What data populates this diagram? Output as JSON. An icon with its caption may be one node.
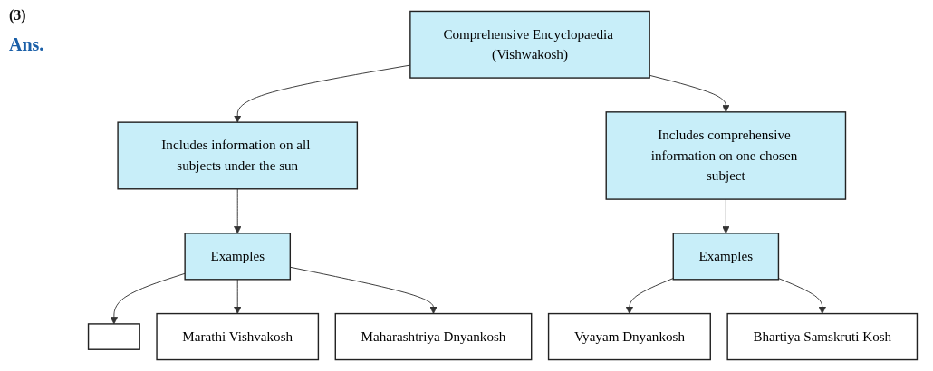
{
  "diagram": {
    "nodes": [
      {
        "text": [
          "Comprehensive Encyclopaedia (Vishwakosh)"
        ]
      },
      {
        "text": [
          "Includes information on all subjects under the sun"
        ]
      },
      {
        "text": [
          "Includes comprehensive information on one chosen subject"
        ]
      },
      {
        "text": [
          "Examples"
        ]
      },
      {
        "text": [
          "Examples"
        ]
      },
      {
        "text": [],
        "shape": "box"
      },
      {
        "text": [
          "Marathi Vishvakosh"
        ]
      },
      {
        "text": [
          "Maharashtriya Dnyankosh"
        ]
      },
      {
        "text": [
          "Vyayam Dnyankosh"
        ]
      },
      {
        "text": [
          "Bhartiya Samskruti Kosh"
        ]
      }
    ],
    "edges": [
      {
        "from": 0,
        "to": 1,
        "arrow": "to"
      },
      {
        "from": 0,
        "to": 2,
        "arrow": "to"
      },
      {
        "from": 1,
        "to": 3,
        "arrow": "to"
      },
      {
        "from": 2,
        "to": 4,
        "arrow": "to"
      },
      {
        "from": 3,
        "to": 5,
        "arrow": "to"
      },
      {
        "from": 3,
        "to": 6,
        "arrow": "to"
      },
      {
        "from": 3,
        "to": 7,
        "arrow": "to"
      },
      {
        "from": 4,
        "to": 8,
        "arrow": "to"
      },
      {
        "from": 4,
        "to": 9,
        "arrow": "to"
      }
    ],
    "labels": [
      "(3)",
      "Ans."
    ]
  }
}
